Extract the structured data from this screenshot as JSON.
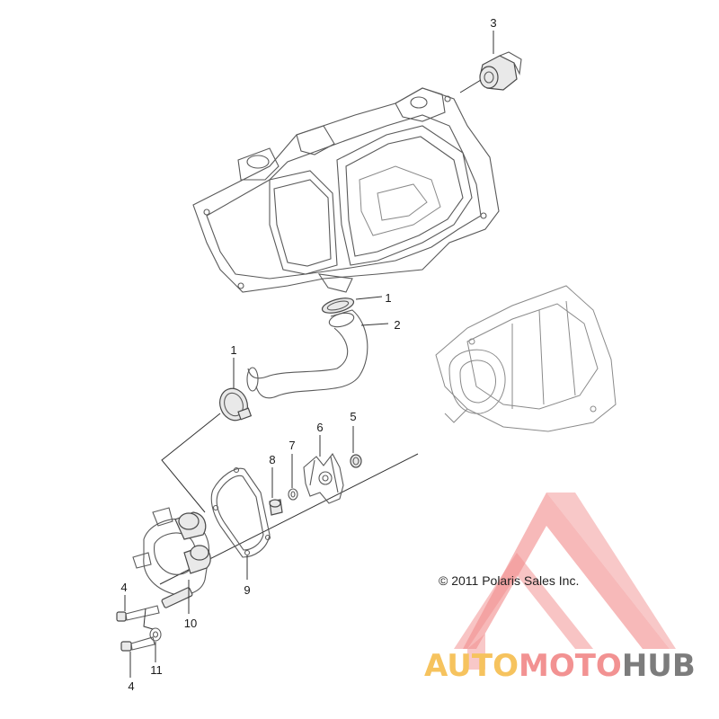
{
  "diagram": {
    "callouts": [
      {
        "id": "c3",
        "label": "3"
      },
      {
        "id": "c1a",
        "label": "1"
      },
      {
        "id": "c2",
        "label": "2"
      },
      {
        "id": "c1b",
        "label": "1"
      },
      {
        "id": "c5",
        "label": "5"
      },
      {
        "id": "c6",
        "label": "6"
      },
      {
        "id": "c7",
        "label": "7"
      },
      {
        "id": "c8",
        "label": "8"
      },
      {
        "id": "c9",
        "label": "9"
      },
      {
        "id": "c4a",
        "label": "4"
      },
      {
        "id": "c10",
        "label": "10"
      },
      {
        "id": "c11",
        "label": "11"
      },
      {
        "id": "c4b",
        "label": "4"
      }
    ],
    "copyright": "© 2011  Polaris Sales Inc."
  },
  "watermark": {
    "word_part1": "AUTO",
    "word_part2": "MOTO",
    "word_part3": "HUB",
    "colors": {
      "triangle": "#f08080",
      "auto": "#f5b942",
      "moto": "#f07f7f",
      "hub": "#666666"
    }
  }
}
